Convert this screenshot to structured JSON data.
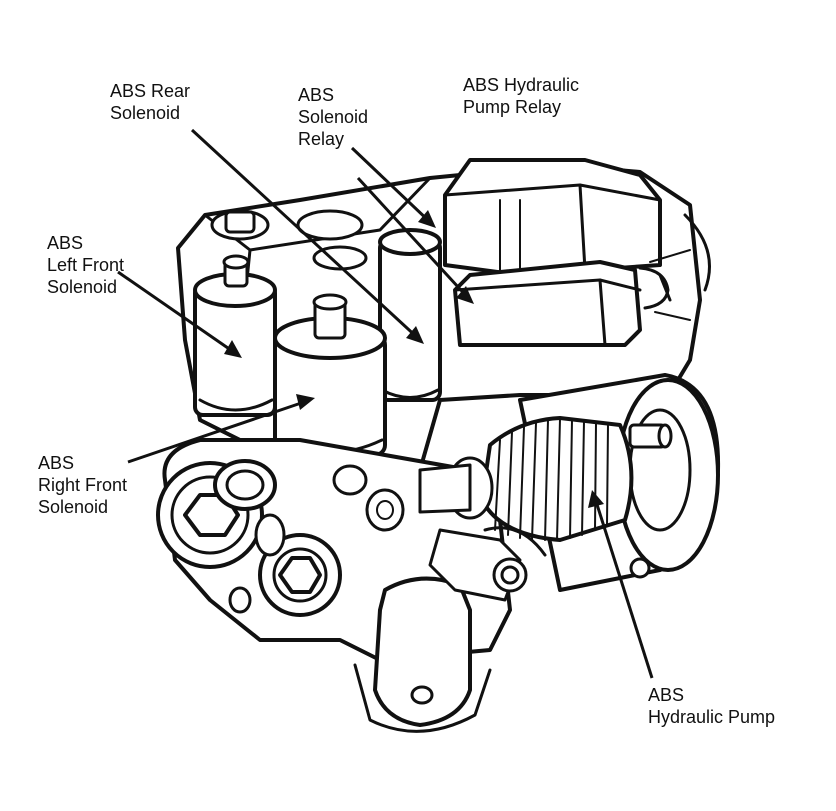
{
  "labels": {
    "rear_solenoid": [
      "ABS Rear",
      "Solenoid"
    ],
    "solenoid_relay": [
      "ABS",
      "Solenoid",
      "Relay"
    ],
    "pump_relay": [
      "ABS Hydraulic",
      "Pump Relay"
    ],
    "left_front": [
      "ABS",
      "Left Front",
      "Solenoid"
    ],
    "right_front": [
      "ABS",
      "Right Front",
      "Solenoid"
    ],
    "pump": [
      "ABS",
      "Hydraulic Pump"
    ]
  }
}
